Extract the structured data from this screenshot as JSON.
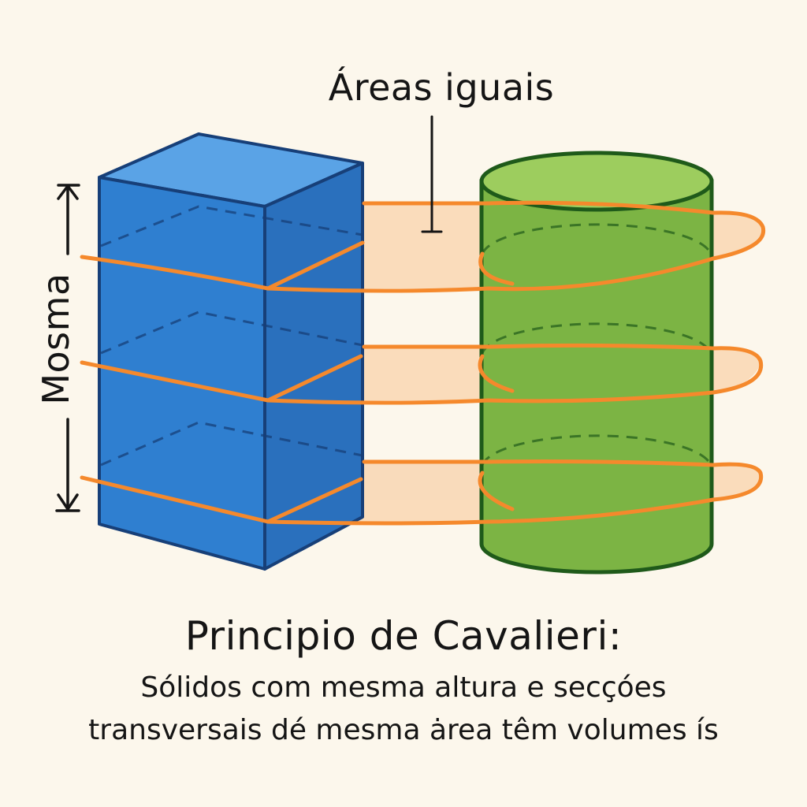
{
  "labels": {
    "areas": "Áreas iguais",
    "height": "Mosma"
  },
  "caption": {
    "title": "Principio de Cavalieri:",
    "line1": "Sólidos com mesma altura e secçóes",
    "line2": "transversais dé mesma ȧrea têm volumes ís"
  },
  "colors": {
    "background": "#fcf7ec",
    "prism_front": "#2f7fd0",
    "prism_side": "#2a70bd",
    "prism_top": "#5aa3e6",
    "prism_outline": "#173f78",
    "cylinder_body": "#7cb444",
    "cylinder_top": "#9dcd5e",
    "cylinder_outline": "#1f5a1a",
    "section_line": "#f5892c",
    "section_fill": "#f9d7b3",
    "text": "#151515"
  }
}
